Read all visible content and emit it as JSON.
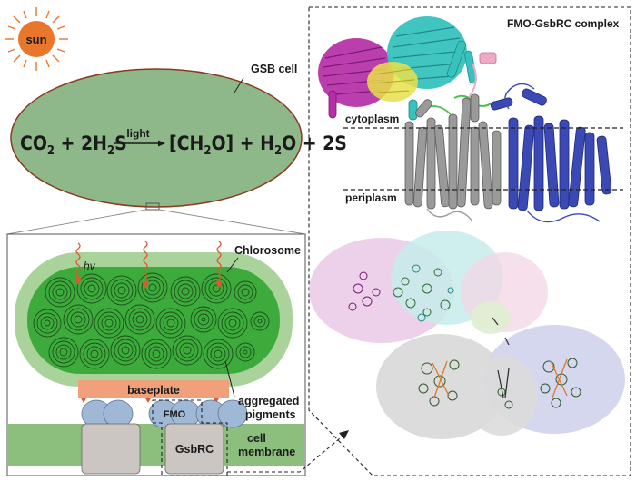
{
  "sun": {
    "label": "sun",
    "color": "#e8762b"
  },
  "cell": {
    "label": "GSB cell",
    "fill": "#8fb88a",
    "equation": {
      "lhs": "CO2 + 2H2S",
      "arrow_label": "light",
      "rhs": "[CH2O] + H2O + 2S"
    }
  },
  "inset": {
    "hv_label": "hv",
    "chlorosome_label": "Chlorosome",
    "baseplate_label": "baseplate",
    "aggregated_pigments_label": "aggregated pigments",
    "fmo_label": "FMO",
    "gsbrc_label": "GsbRC",
    "membrane_label": "cell membrane",
    "colors": {
      "chlorosome_outer": "#a9d39a",
      "chlorosome_inner": "#3dab3b",
      "baseplate": "#f0a07a",
      "fmo": "#9fb8d6",
      "membrane": "#8cbf7e",
      "photon": "#e2562d"
    }
  },
  "structure": {
    "title": "FMO-GsbRC complex",
    "cytoplasm_label": "cytoplasm",
    "periplasm_label": "periplasm",
    "colors": {
      "magenta": "#b52ea8",
      "cyan": "#37c2be",
      "yellow": "#e8e04a",
      "pink": "#f1a9c8",
      "green": "#4fbf55",
      "grey": "#9a9a9a",
      "blue": "#3b49b5"
    }
  }
}
